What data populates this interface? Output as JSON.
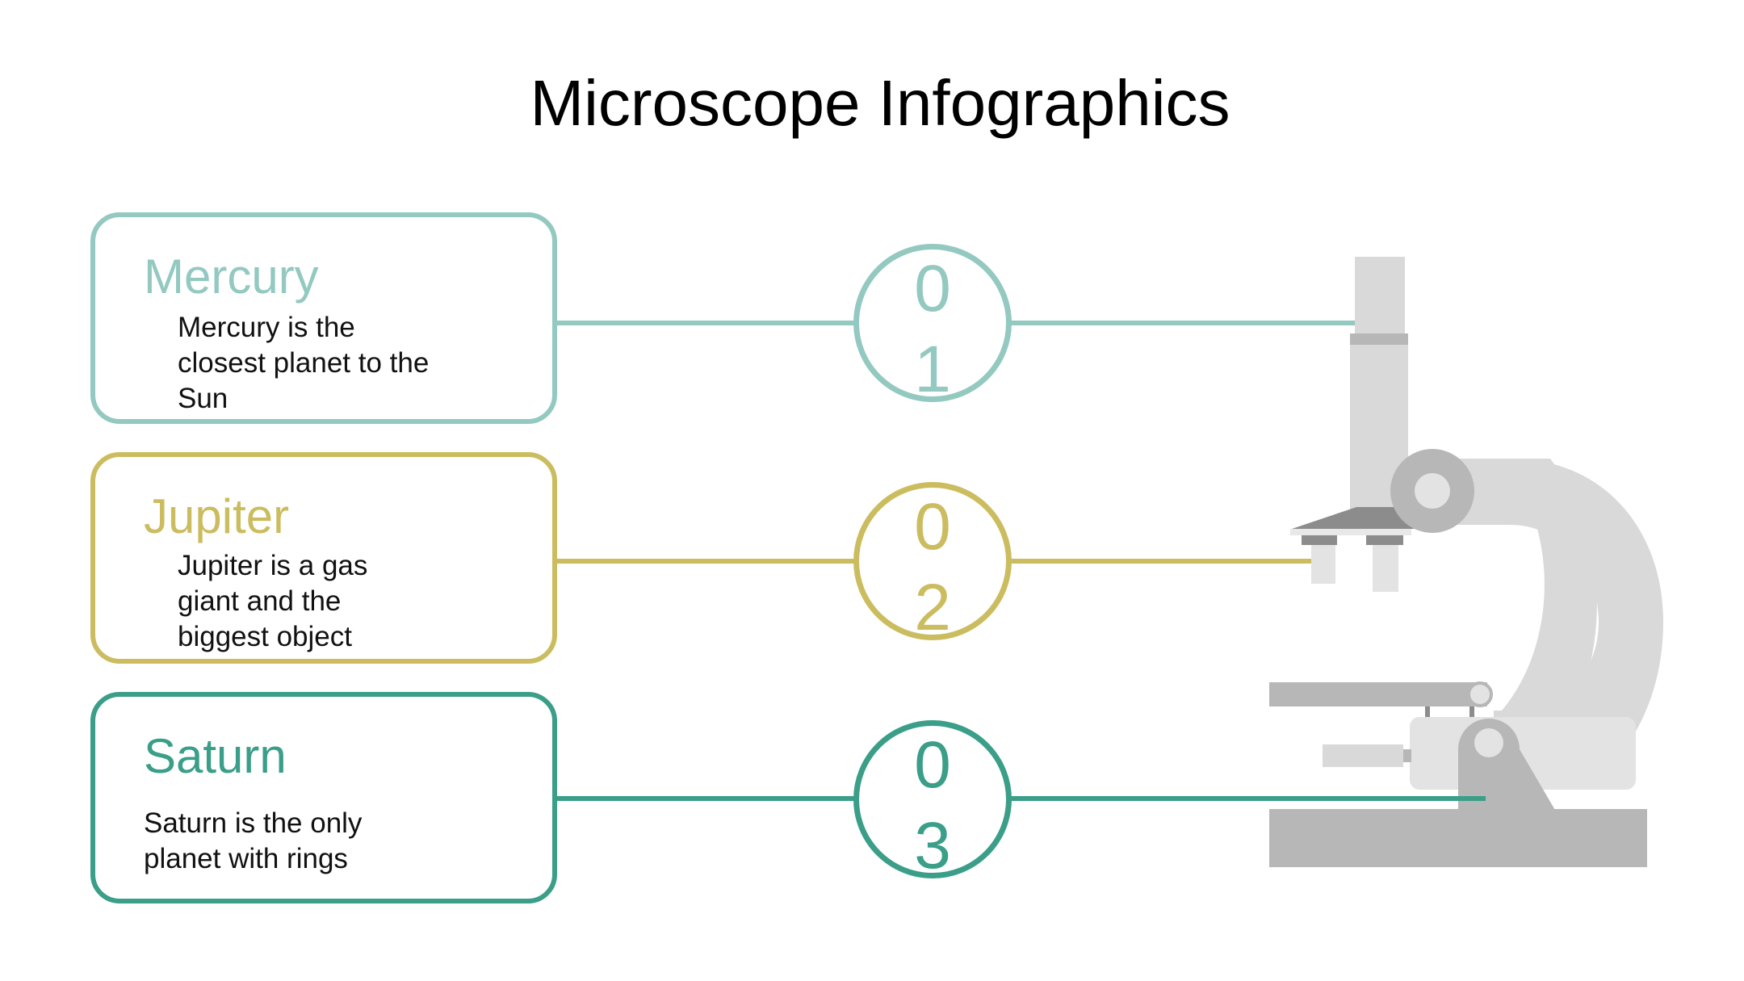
{
  "title": "Microscope Infographics",
  "items": [
    {
      "number_first": "0",
      "number_second": "1",
      "heading": "Mercury",
      "text": "Mercury is the closest planet to the Sun",
      "color": "#93c9c0"
    },
    {
      "number_first": "0",
      "number_second": "2",
      "heading": "Jupiter",
      "text": "Jupiter is a gas giant and the biggest object",
      "color": "#cbbd5f"
    },
    {
      "number_first": "0",
      "number_second": "3",
      "heading": "Saturn",
      "text": "Saturn is the only planet with rings",
      "color": "#3a9e88"
    }
  ],
  "illustration": "microscope",
  "colors": {
    "microscope_light": "#d9d9d9",
    "microscope_mid": "#b7b7b7",
    "microscope_dark": "#8c8c8c"
  }
}
